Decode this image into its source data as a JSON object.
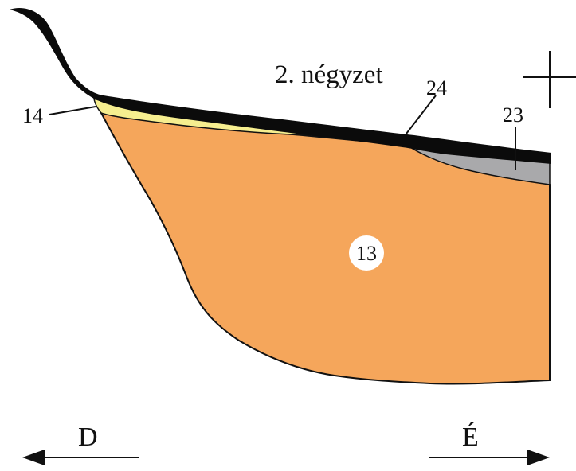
{
  "title": "2. négyzet",
  "layers": [
    {
      "id": "13",
      "name": "13",
      "color": "#f5a65b"
    },
    {
      "id": "14",
      "name": "14",
      "color": "#f6ee8f"
    },
    {
      "id": "23",
      "name": "23",
      "color": "#a9a9ab"
    },
    {
      "id": "24",
      "name": "24",
      "color": "#0b0b0b"
    }
  ],
  "directions": {
    "left": "D",
    "right": "É"
  },
  "colors": {
    "outline": "#111111",
    "background": "#ffffff"
  }
}
